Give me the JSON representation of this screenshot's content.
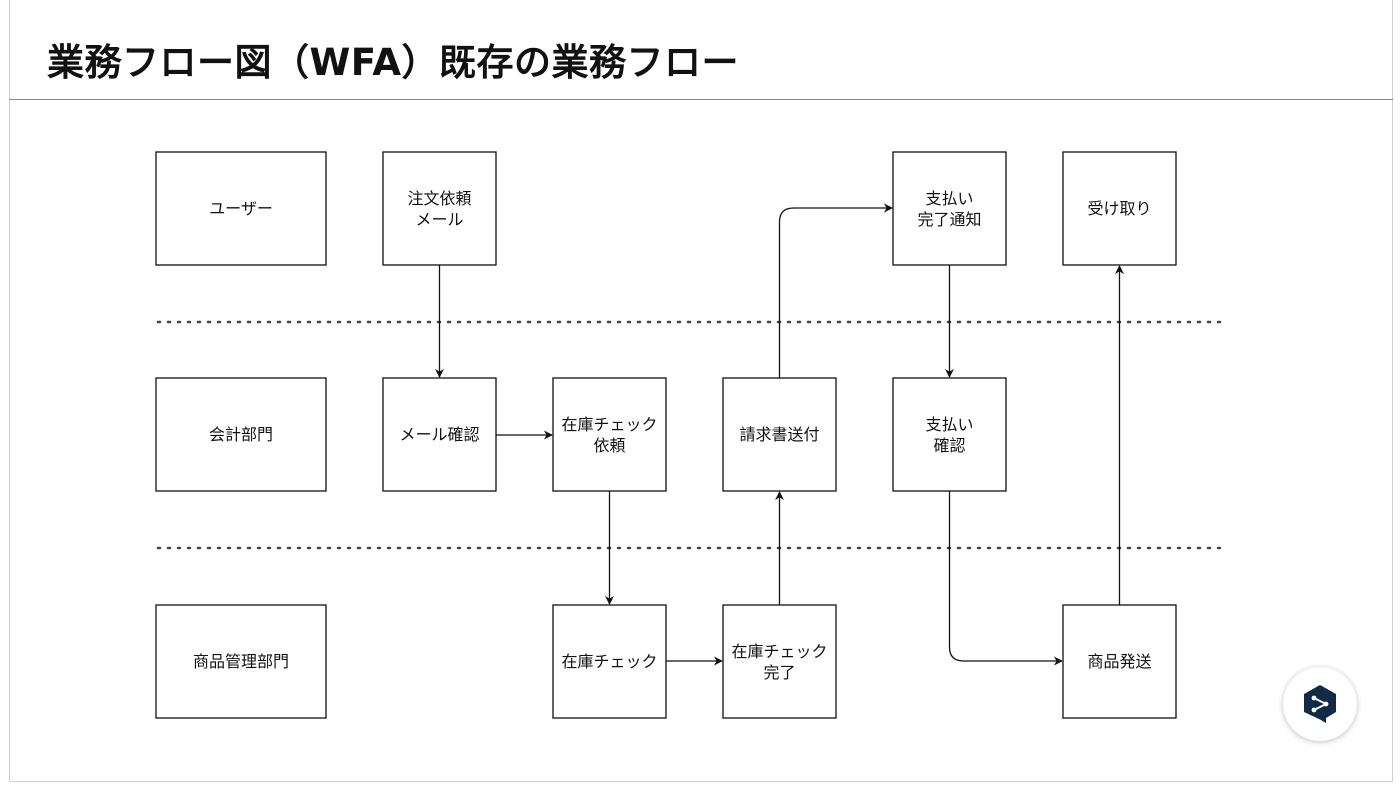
{
  "title": "業務フロー図（WFA）既存の業務フロー",
  "lanes": [
    {
      "id": "lane-user",
      "label": "ユーザー"
    },
    {
      "id": "lane-accounting",
      "label": "会計部門"
    },
    {
      "id": "lane-product",
      "label": "商品管理部門"
    }
  ],
  "nodes": [
    {
      "id": "order-mail",
      "label": "注文依頼\nメール"
    },
    {
      "id": "payment-notice",
      "label": "支払い\n完了通知"
    },
    {
      "id": "receive",
      "label": "受け取り"
    },
    {
      "id": "mail-check",
      "label": "メール確認"
    },
    {
      "id": "stock-request",
      "label": "在庫チェック\n依頼"
    },
    {
      "id": "invoice-send",
      "label": "請求書送付"
    },
    {
      "id": "payment-confirm",
      "label": "支払い\n確認"
    },
    {
      "id": "stock-check",
      "label": "在庫チェック"
    },
    {
      "id": "stock-done",
      "label": "在庫チェック\n完了"
    },
    {
      "id": "ship",
      "label": "商品発送"
    }
  ],
  "edges": [
    {
      "from": "order-mail",
      "to": "mail-check"
    },
    {
      "from": "mail-check",
      "to": "stock-request"
    },
    {
      "from": "stock-request",
      "to": "stock-check"
    },
    {
      "from": "stock-check",
      "to": "stock-done"
    },
    {
      "from": "stock-done",
      "to": "invoice-send"
    },
    {
      "from": "invoice-send",
      "to": "payment-notice"
    },
    {
      "from": "payment-notice",
      "to": "payment-confirm"
    },
    {
      "from": "payment-confirm",
      "to": "ship"
    },
    {
      "from": "ship",
      "to": "receive"
    }
  ],
  "fab": {
    "icon": "deepl-logo-icon",
    "color": "#0f2b46"
  }
}
